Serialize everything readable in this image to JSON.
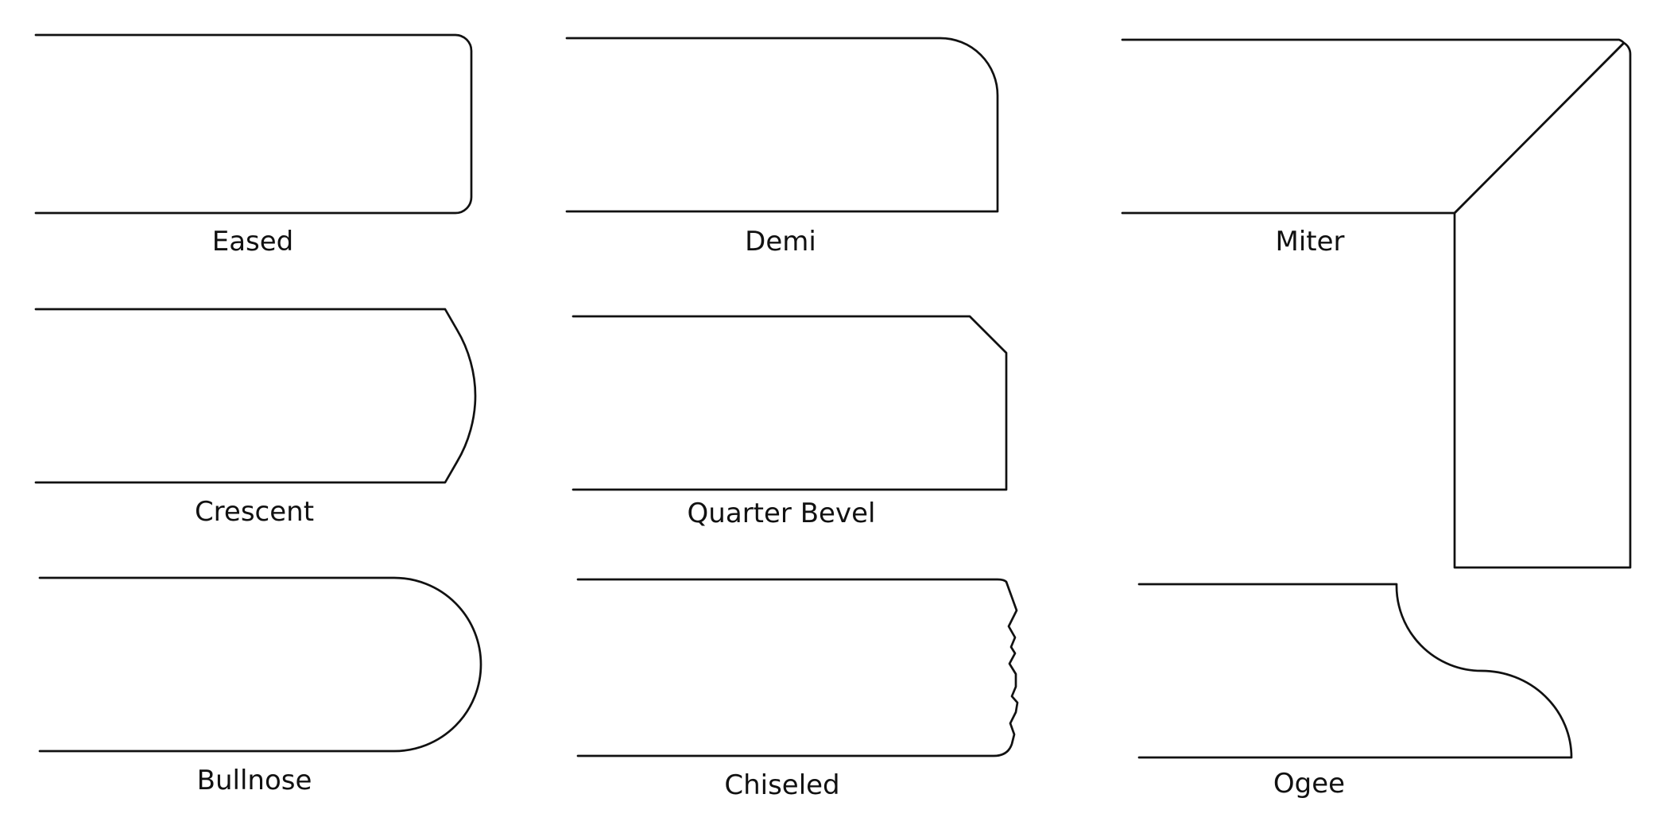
{
  "edges": [
    {
      "id": "eased",
      "label": "Eased"
    },
    {
      "id": "demi",
      "label": "Demi"
    },
    {
      "id": "miter",
      "label": "Miter"
    },
    {
      "id": "crescent",
      "label": "Crescent"
    },
    {
      "id": "quarter_bevel",
      "label": "Quarter Bevel"
    },
    {
      "id": "bullnose",
      "label": "Bullnose"
    },
    {
      "id": "chiseled",
      "label": "Chiseled"
    },
    {
      "id": "ogee",
      "label": "Ogee"
    }
  ],
  "colors": {
    "line": "#111111",
    "background": "#ffffff"
  }
}
